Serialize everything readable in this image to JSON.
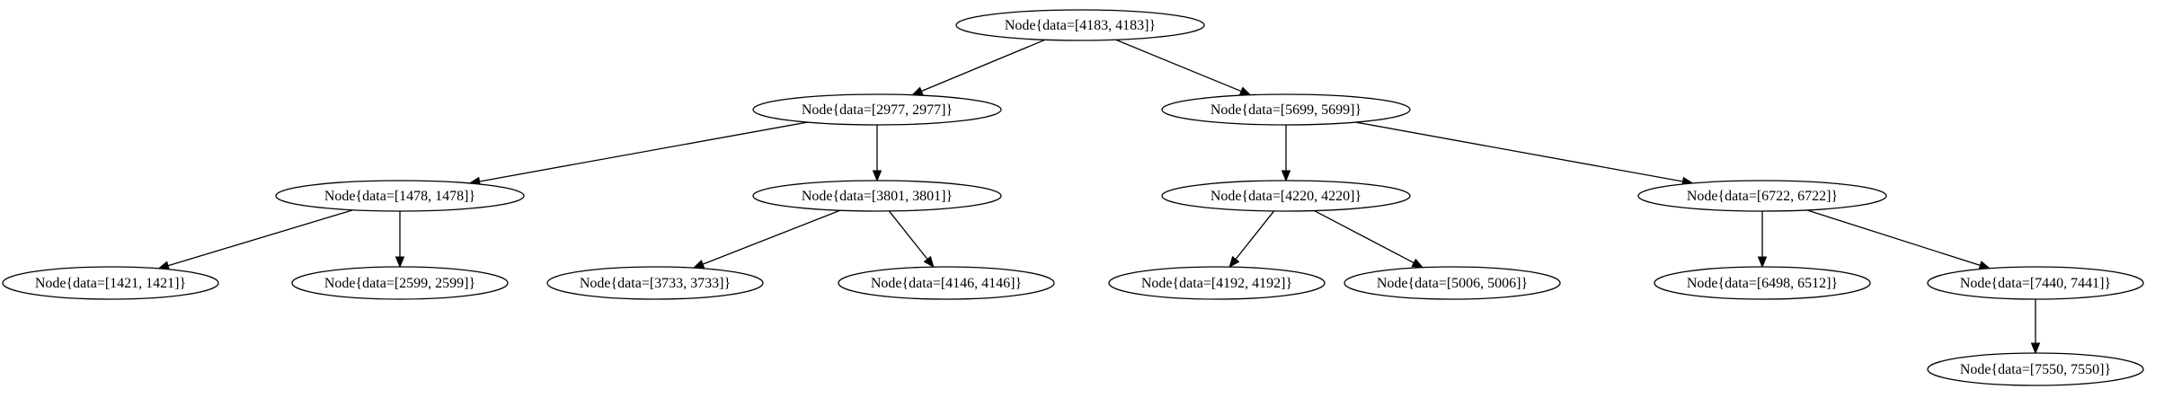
{
  "diagram": {
    "type": "binary-tree",
    "nodes": [
      {
        "id": "n4183",
        "label": "Node{data=[4183, 4183]}"
      },
      {
        "id": "n2977",
        "label": "Node{data=[2977, 2977]}"
      },
      {
        "id": "n5699",
        "label": "Node{data=[5699, 5699]}"
      },
      {
        "id": "n1478",
        "label": "Node{data=[1478, 1478]}"
      },
      {
        "id": "n3801",
        "label": "Node{data=[3801, 3801]}"
      },
      {
        "id": "n4220",
        "label": "Node{data=[4220, 4220]}"
      },
      {
        "id": "n6722",
        "label": "Node{data=[6722, 6722]}"
      },
      {
        "id": "n1421",
        "label": "Node{data=[1421, 1421]}"
      },
      {
        "id": "n2599",
        "label": "Node{data=[2599, 2599]}"
      },
      {
        "id": "n3733",
        "label": "Node{data=[3733, 3733]}"
      },
      {
        "id": "n4146",
        "label": "Node{data=[4146, 4146]}"
      },
      {
        "id": "n4192",
        "label": "Node{data=[4192, 4192]}"
      },
      {
        "id": "n5006",
        "label": "Node{data=[5006, 5006]}"
      },
      {
        "id": "n6498",
        "label": "Node{data=[6498, 6512]}"
      },
      {
        "id": "n7440",
        "label": "Node{data=[7440, 7441]}"
      },
      {
        "id": "n7550",
        "label": "Node{data=[7550, 7550]}"
      }
    ],
    "edges": [
      {
        "from": "n4183",
        "to": "n2977"
      },
      {
        "from": "n4183",
        "to": "n5699"
      },
      {
        "from": "n2977",
        "to": "n1478"
      },
      {
        "from": "n2977",
        "to": "n3801"
      },
      {
        "from": "n5699",
        "to": "n4220"
      },
      {
        "from": "n5699",
        "to": "n6722"
      },
      {
        "from": "n1478",
        "to": "n1421"
      },
      {
        "from": "n1478",
        "to": "n2599"
      },
      {
        "from": "n3801",
        "to": "n3733"
      },
      {
        "from": "n3801",
        "to": "n4146"
      },
      {
        "from": "n4220",
        "to": "n4192"
      },
      {
        "from": "n4220",
        "to": "n5006"
      },
      {
        "from": "n6722",
        "to": "n6498"
      },
      {
        "from": "n6722",
        "to": "n7440"
      },
      {
        "from": "n7440",
        "to": "n7550"
      }
    ]
  }
}
